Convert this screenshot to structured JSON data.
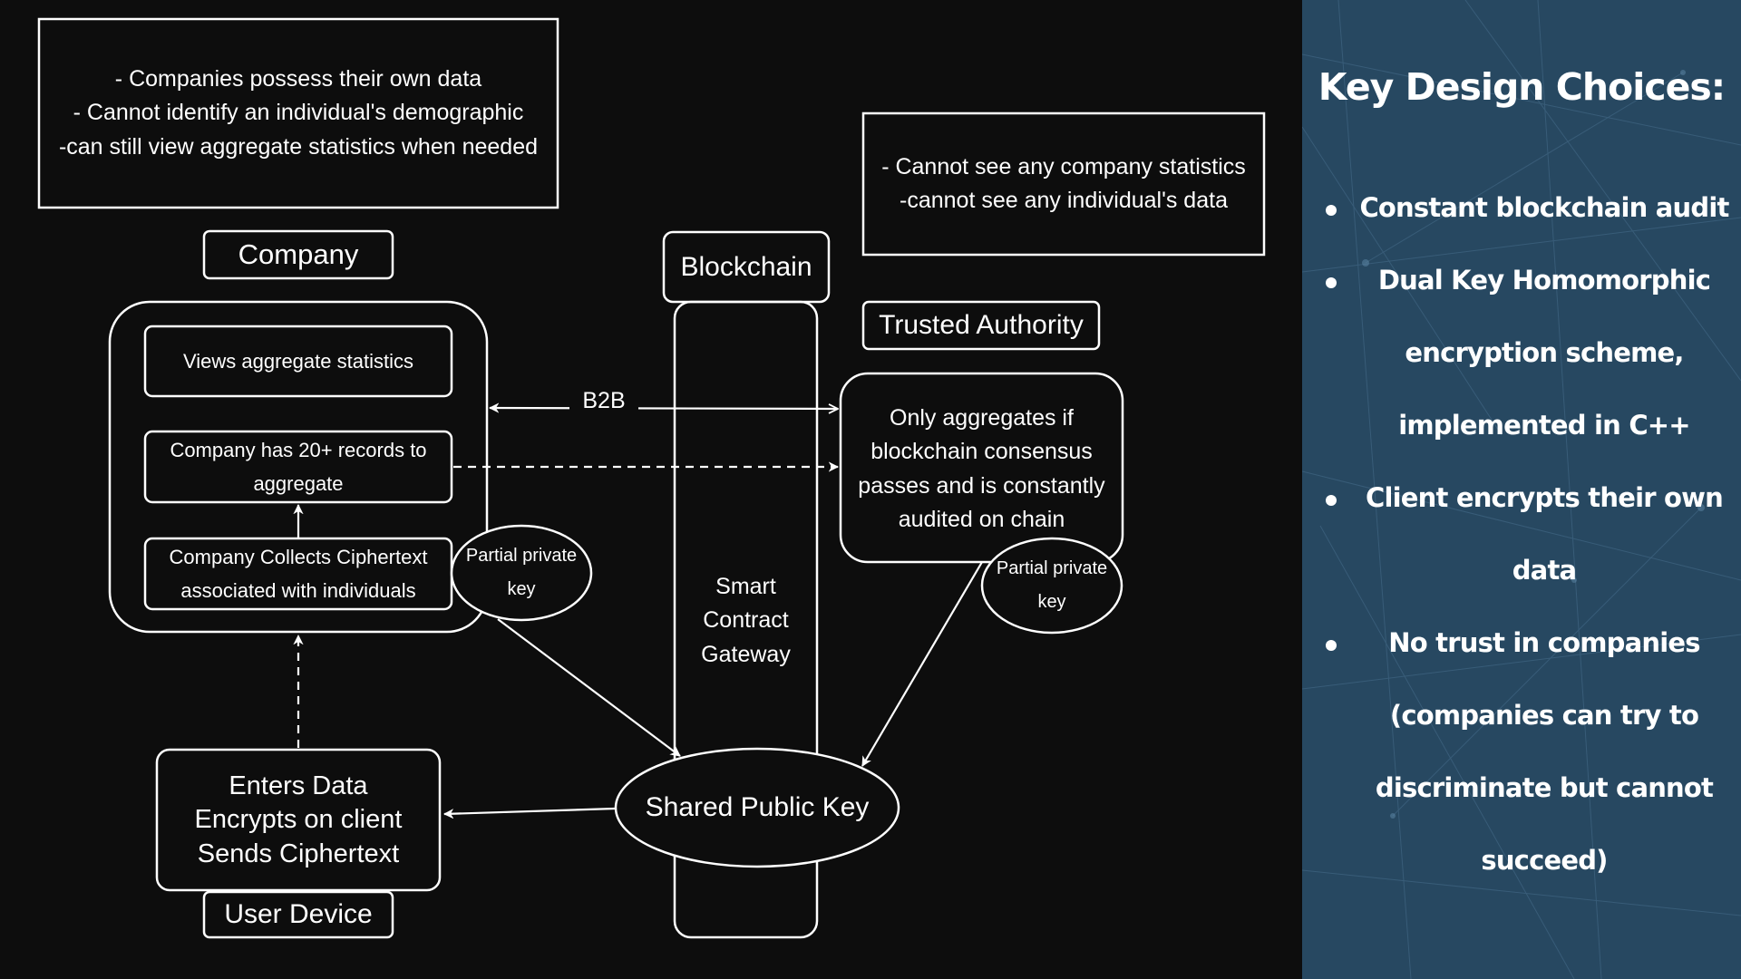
{
  "diagram": {
    "company_notes": "- Companies possess their own data\n- Cannot identify an individual's demographic\n-can still view aggregate statistics when needed",
    "authority_notes": "- Cannot see any company statistics\n-cannot see any individual's data",
    "company_title": "Company",
    "blockchain_title": "Blockchain",
    "trusted_authority_title": "Trusted Authority",
    "views_aggregate": "Views aggregate statistics",
    "records_to_aggregate": "Company has 20+ records to\naggregate",
    "collects_ciphertext": "Company Collects Ciphertext\nassociated with individuals",
    "company_partial_key": "Partial private\nkey",
    "b2b_label": "B2B",
    "authority_rule": "Only aggregates if\nblockchain consensus\npasses and is constantly\naudited on chain",
    "authority_partial_key": "Partial private\nkey",
    "smart_contract_gateway": "Smart\nContract\nGateway",
    "shared_public_key": "Shared Public Key",
    "user_device_steps": "Enters Data\nEncrypts on client\nSends Ciphertext",
    "user_device_title": "User Device"
  },
  "sidebar": {
    "title": "Key Design Choices:",
    "lines": [
      "Constant blockchain audit",
      "Dual Key Homomorphic",
      "encryption scheme,",
      "implemented in C++",
      "Client encrypts their own",
      "data",
      "No trust in companies",
      "(companies can try to",
      "discriminate but cannot",
      "succeed)"
    ]
  }
}
